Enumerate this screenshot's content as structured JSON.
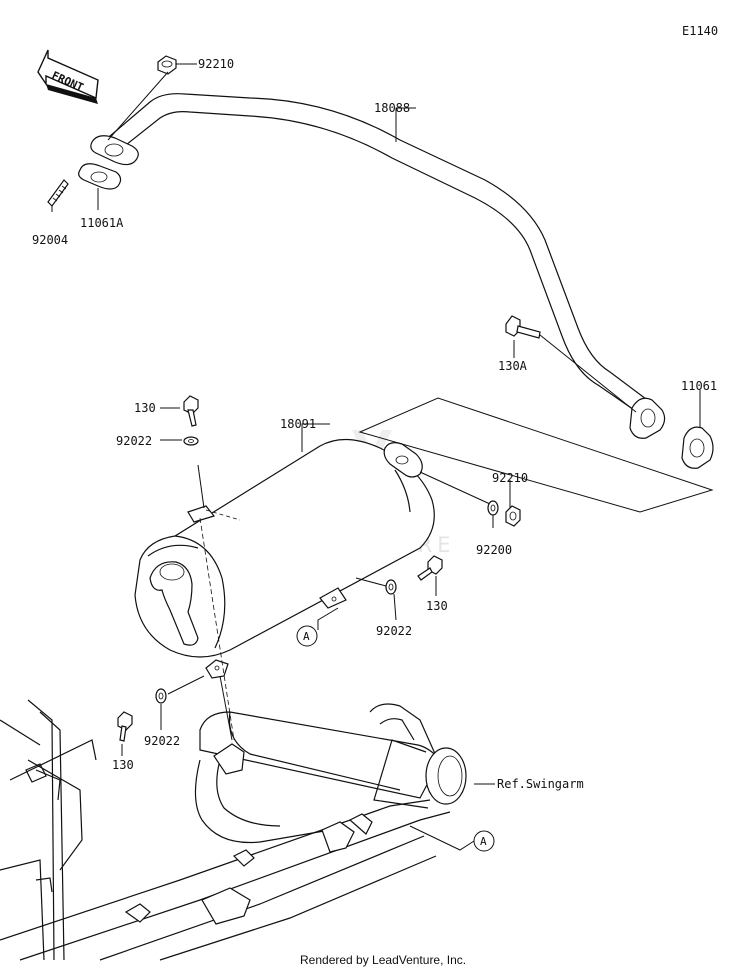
{
  "diagram_code": "E1140",
  "front_arrow_text": "FRONT",
  "watermark": "LEADVENTURE",
  "credit": "Rendered by LeadVenture, Inc.",
  "callouts": {
    "c92210_top": "92210",
    "c18088": "18088",
    "c11061A": "11061A",
    "c92004": "92004",
    "c130A": "130A",
    "c11061": "11061",
    "c130_top": "130",
    "c92022_top": "92022",
    "c18091": "18091",
    "c92210_right": "92210",
    "c92200": "92200",
    "c130_mid": "130",
    "c92022_mid": "92022",
    "c92022_low": "92022",
    "c130_low": "130",
    "ref_swingarm": "Ref.Swingarm",
    "ref_A_upper": "A",
    "ref_A_lower": "A"
  }
}
